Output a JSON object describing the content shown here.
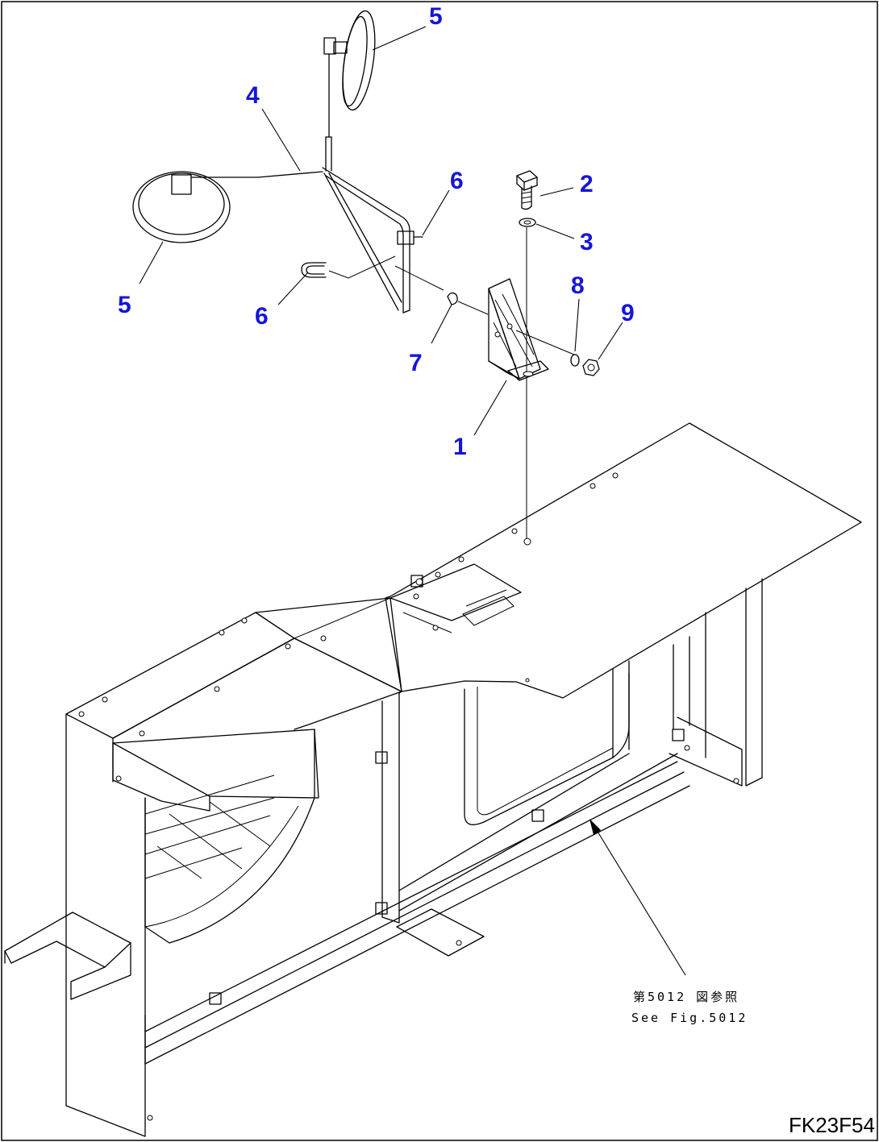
{
  "callouts": {
    "c1": "1",
    "c2": "2",
    "c3": "3",
    "c4": "4",
    "c5a": "5",
    "c5b": "5",
    "c6a": "6",
    "c6b": "6",
    "c7": "7",
    "c8": "8",
    "c9": "9"
  },
  "reference_note": {
    "japanese": "第5012 図参照",
    "english": "See Fig.5012"
  },
  "figure_code": "FK23F54",
  "colors": {
    "callout": "#1515d8",
    "line": "#000000",
    "background": "#ffffff"
  }
}
